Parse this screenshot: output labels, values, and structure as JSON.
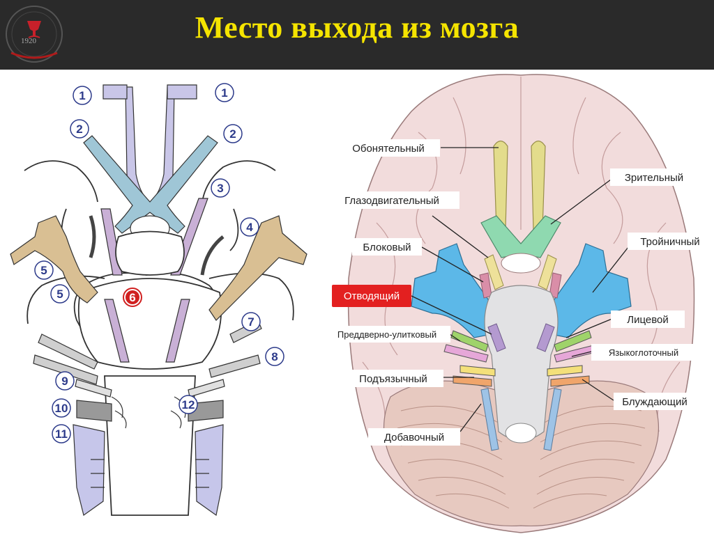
{
  "title": "Место выхода из мозга",
  "logo": {
    "year": "1920"
  },
  "left_diagram": {
    "numbers": [
      "1",
      "1",
      "2",
      "2",
      "3",
      "4",
      "5",
      "5",
      "6",
      "7",
      "8",
      "9",
      "10",
      "11",
      "12"
    ]
  },
  "right_diagram": {
    "labels": {
      "olfactory": "Обонятельный",
      "optic": "Зрительный",
      "oculomotor": "Глазодвигательный",
      "trochlear": "Блоковый",
      "trigeminal": "Тройничный",
      "abducens": "Отводящий",
      "facial": "Лицевой",
      "vestibulocochlear": "Преддверно-улитковый",
      "glossopharyngeal": "Языкоглоточный",
      "hypoglossal": "Подъязычный",
      "vagus": "Блуждающий",
      "accessory": "Добавочный"
    },
    "colors": {
      "highlight": "#e32020",
      "olfactory": "#e3dc8c",
      "optic": "#8fd9b0",
      "trigeminal": "#5cb8e8",
      "brain": "#f2dcdc",
      "cerebellum": "#e7c9c0"
    }
  }
}
